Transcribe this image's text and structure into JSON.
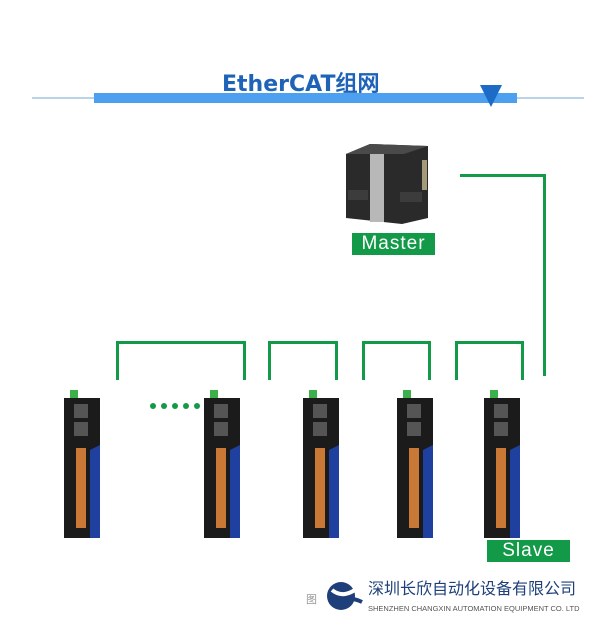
{
  "header": {
    "title": "EtherCAT组网"
  },
  "labels": {
    "master": "Master",
    "slave": "Slave"
  },
  "company": {
    "name_cn": "深圳长欣自动化设备有限公司",
    "name_en": "SHENZHEN CHANGXIN AUTOMATION EQUIPMENT CO. LTD",
    "watermark": "图"
  },
  "colors": {
    "accent": "#4d9ff0",
    "line": "#139a48",
    "title": "#1f63b8"
  }
}
